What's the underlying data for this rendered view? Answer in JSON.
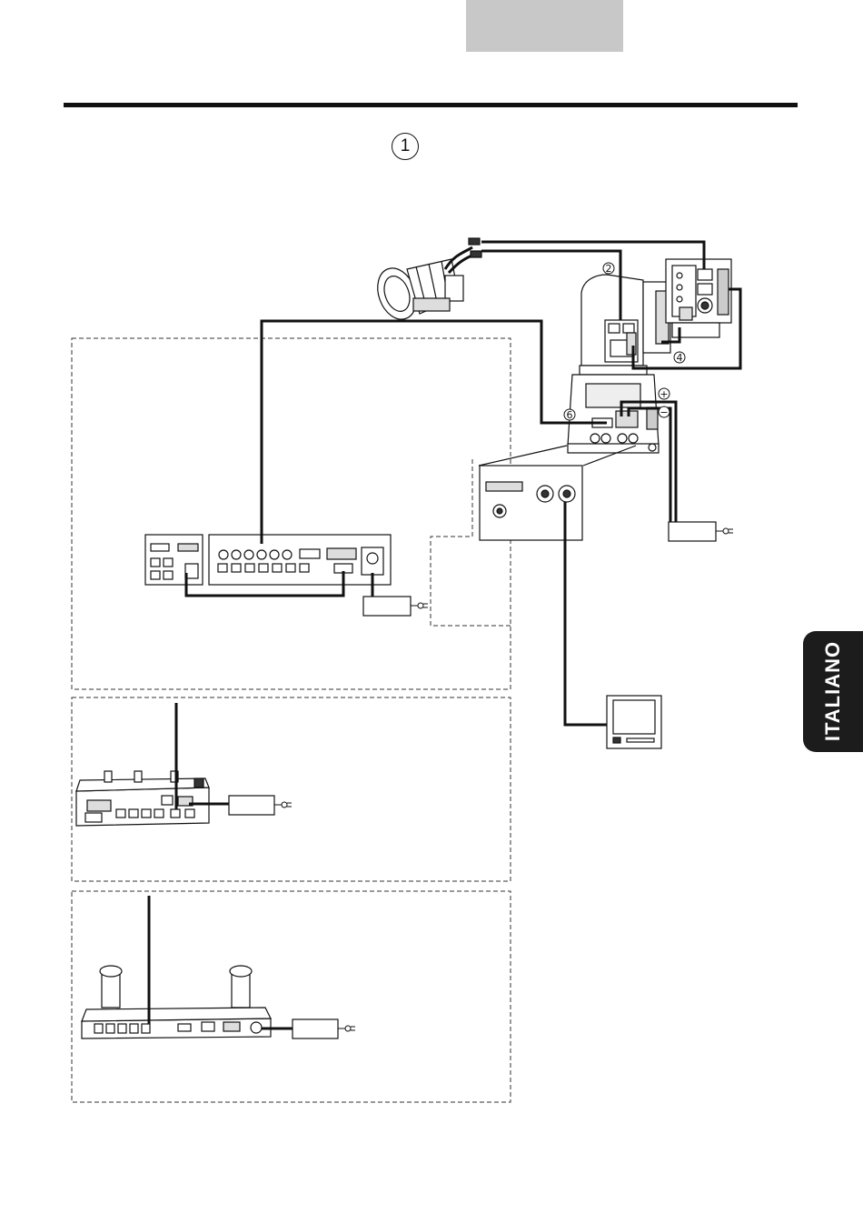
{
  "header": {
    "step_marker": "1"
  },
  "side_tab": {
    "label": "ITALIANO",
    "color": "#1c1c1c"
  },
  "header_tab_color": "#c8c8c8",
  "callouts": {
    "lens_cable": "2",
    "camera_cable": "4",
    "control_cable": "6",
    "power_plus": "+",
    "power_minus": "−"
  },
  "components": [
    {
      "name": "zoom-lens"
    },
    {
      "name": "pan-tilt-head"
    },
    {
      "name": "camera-body"
    },
    {
      "name": "rear-connector-panel"
    },
    {
      "name": "video-monitor"
    },
    {
      "name": "camera-control-unit"
    },
    {
      "name": "remote-controller-small"
    },
    {
      "name": "remote-controller-joystick"
    },
    {
      "name": "ac-adapter"
    }
  ]
}
